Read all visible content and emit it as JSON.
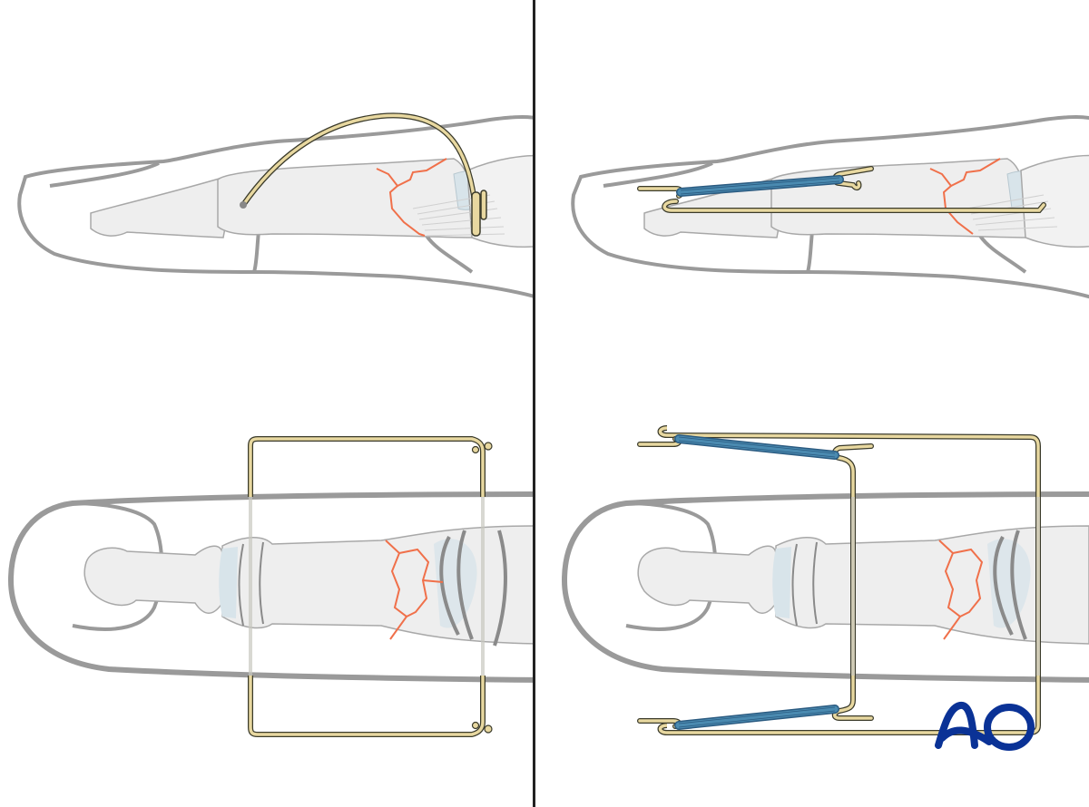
{
  "figure": {
    "kind": "surgical illustration",
    "panels": [
      {
        "id": "left-lateral",
        "view": "lateral",
        "fixation": "curved k-wire loop"
      },
      {
        "id": "left-dorsal",
        "view": "dorsal",
        "fixation": "rectangular wire frame"
      },
      {
        "id": "right-lateral",
        "view": "lateral",
        "fixation": "wire frame with rubber bands"
      },
      {
        "id": "right-dorsal",
        "view": "dorsal",
        "fixation": "wire frame with rubber bands"
      }
    ]
  },
  "logo": {
    "text": "AO",
    "color": "#0a3296"
  },
  "colors": {
    "skin_outline": "#9a9a9a",
    "bone_fill": "#eeeeee",
    "bone_outline": "#a8a8a8",
    "fracture": "#f0704a",
    "wire_fill": "#e8d8a0",
    "wire_outline": "#3a3a2a",
    "band": "#4a8ab0",
    "band_dark": "#2a5a80",
    "cartilage": "#d8e4ea",
    "divider": "#222222",
    "logo": "#0a3296"
  }
}
